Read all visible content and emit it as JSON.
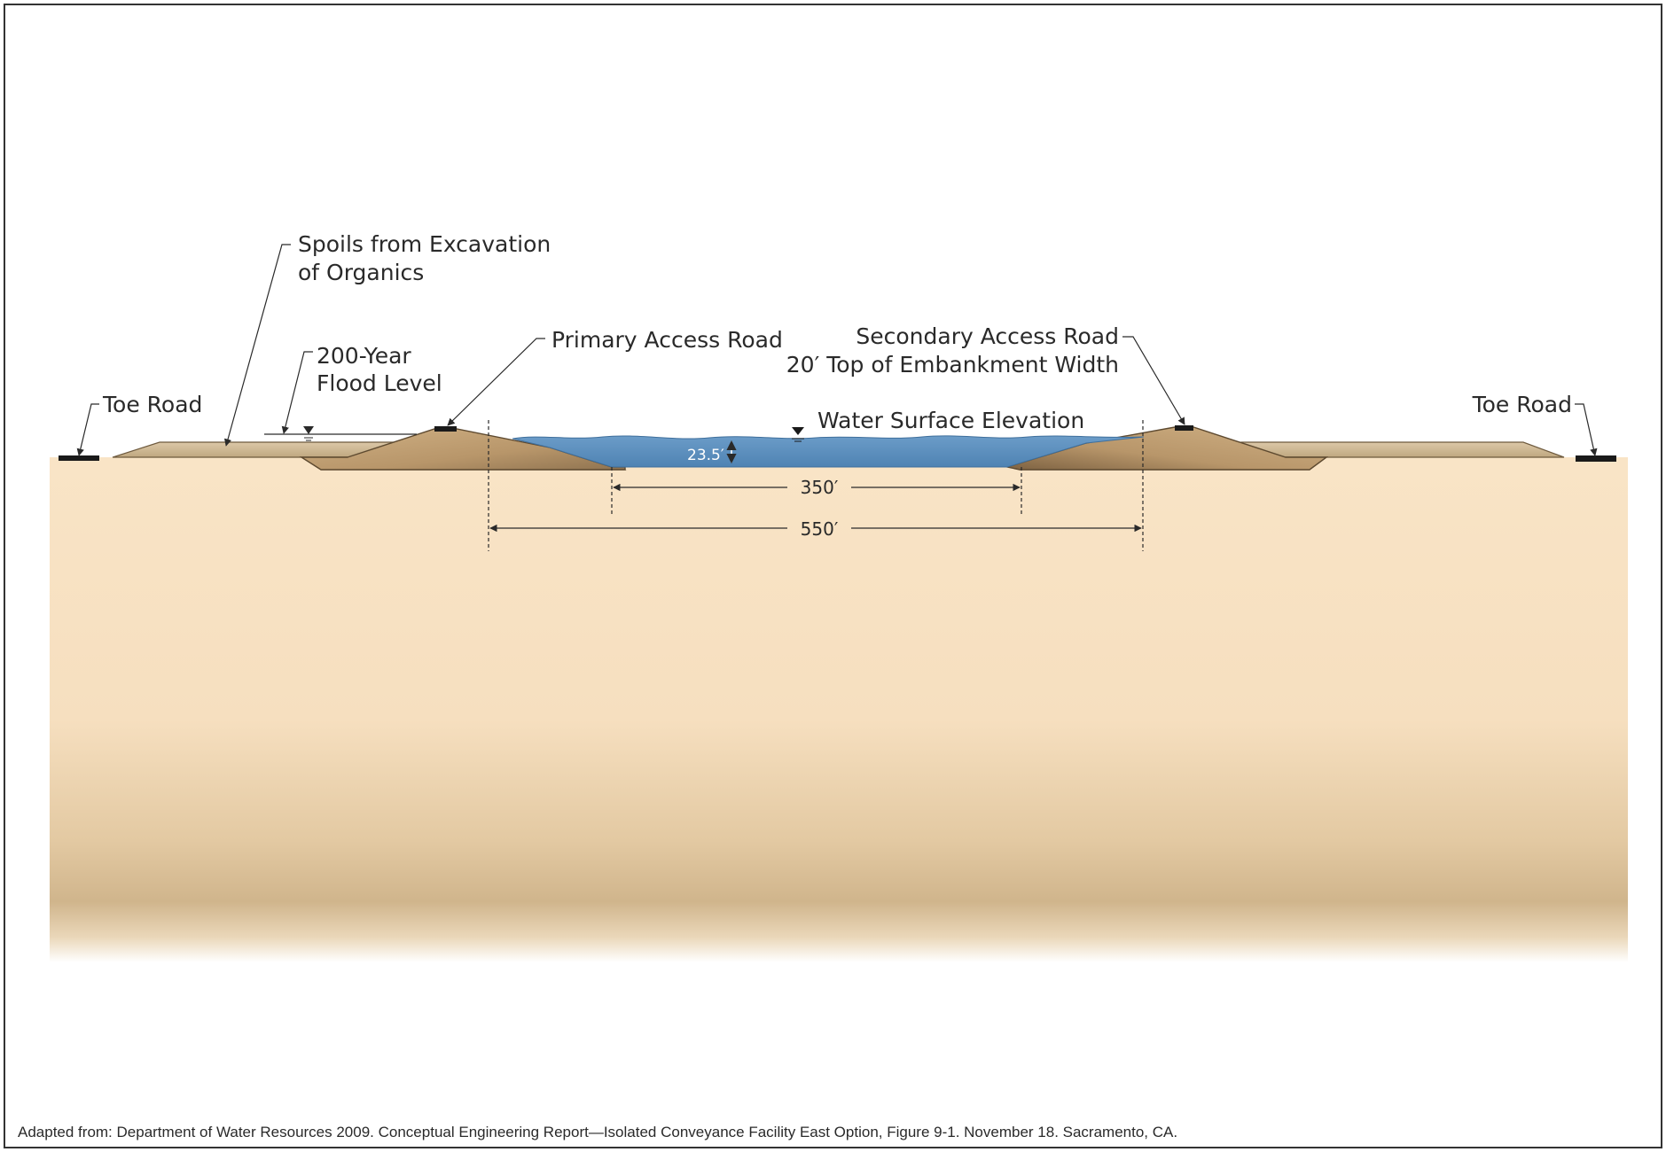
{
  "labels": {
    "spoils_line1": "Spoils from Excavation",
    "spoils_line2": "of Organics",
    "flood_line1": "200-Year",
    "flood_line2": "Flood Level",
    "toe_road_left": "Toe Road",
    "toe_road_right": "Toe Road",
    "primary_access_road": "Primary Access Road",
    "secondary_access_road": "Secondary Access Road",
    "embankment_width": "20′ Top of Embankment Width",
    "water_surface_elevation": "Water Surface Elevation",
    "water_depth": "23.5′",
    "bottom_width": "350′",
    "top_width": "550′"
  },
  "credit": "Adapted from: Department of Water Resources 2009. Conceptual Engineering Report—Isolated Conveyance Facility East Option, Figure 9-1. November 18. Sacramento, CA.",
  "colors": {
    "ground": "#f8e3c3",
    "ground_dark": "#d3b88f",
    "embankment": "#c9a97d",
    "embankment_shade": "#8f7350",
    "spoils": "#cdb797",
    "water": "#5b8fbf",
    "road": "#1a1a1a"
  }
}
